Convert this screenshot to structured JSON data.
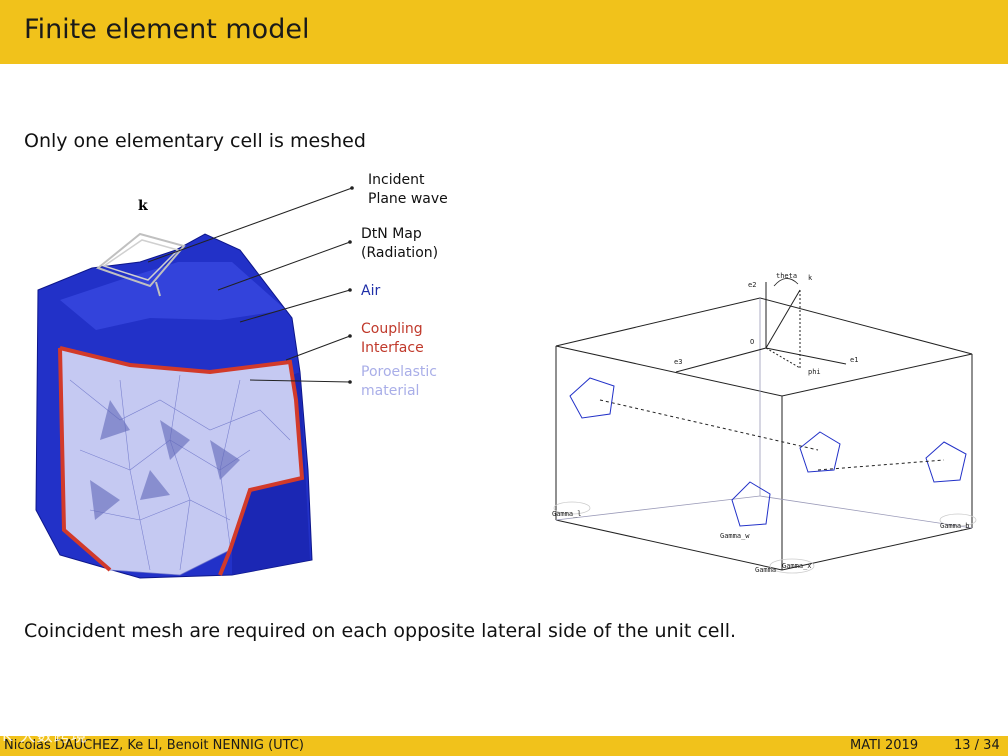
{
  "slide": {
    "title": "Finite element model",
    "subtitle": "Only one elementary cell is meshed",
    "conclusion": "Coincident mesh are required on each opposite lateral side of the unit cell."
  },
  "mesh_figure": {
    "k_label": "k",
    "labels": [
      {
        "id": "incident",
        "line1": "Incident",
        "line2": "Plane wave",
        "color": "#1a1a1a"
      },
      {
        "id": "dtn",
        "line1": "DtN Map",
        "line2": "(Radiation)",
        "color": "#1a1a1a"
      },
      {
        "id": "air",
        "line1": "Air",
        "line2": "",
        "color": "#1f2fa8"
      },
      {
        "id": "coupling",
        "line1": "Coupling",
        "line2": "Interface",
        "color": "#c0392b"
      },
      {
        "id": "poro",
        "line1": "Poroelastic",
        "line2": "material",
        "color": "#a9aee8"
      }
    ]
  },
  "cell_figure": {
    "axes": {
      "e1": "e1",
      "e2": "e2",
      "e3": "e3",
      "origin": "O",
      "theta": "theta",
      "k": "k",
      "phi": "phi"
    },
    "boundaries": [
      "Gamma_l",
      "Gamma_w",
      "Gamma",
      "Gamma_x",
      "Gamma_b"
    ]
  },
  "footer": {
    "authors": "Nicolas DAUCHEZ, Ke LI, Benoit NENNIG  (UTC)",
    "conference": "MATI 2019",
    "page": "13 / 34"
  },
  "watermark": "K 大数跨境",
  "colors": {
    "bar": "#f1c21b",
    "air_blue": "#2231c8",
    "poro": "#c5c9f2",
    "coupling": "#d23a2a"
  }
}
